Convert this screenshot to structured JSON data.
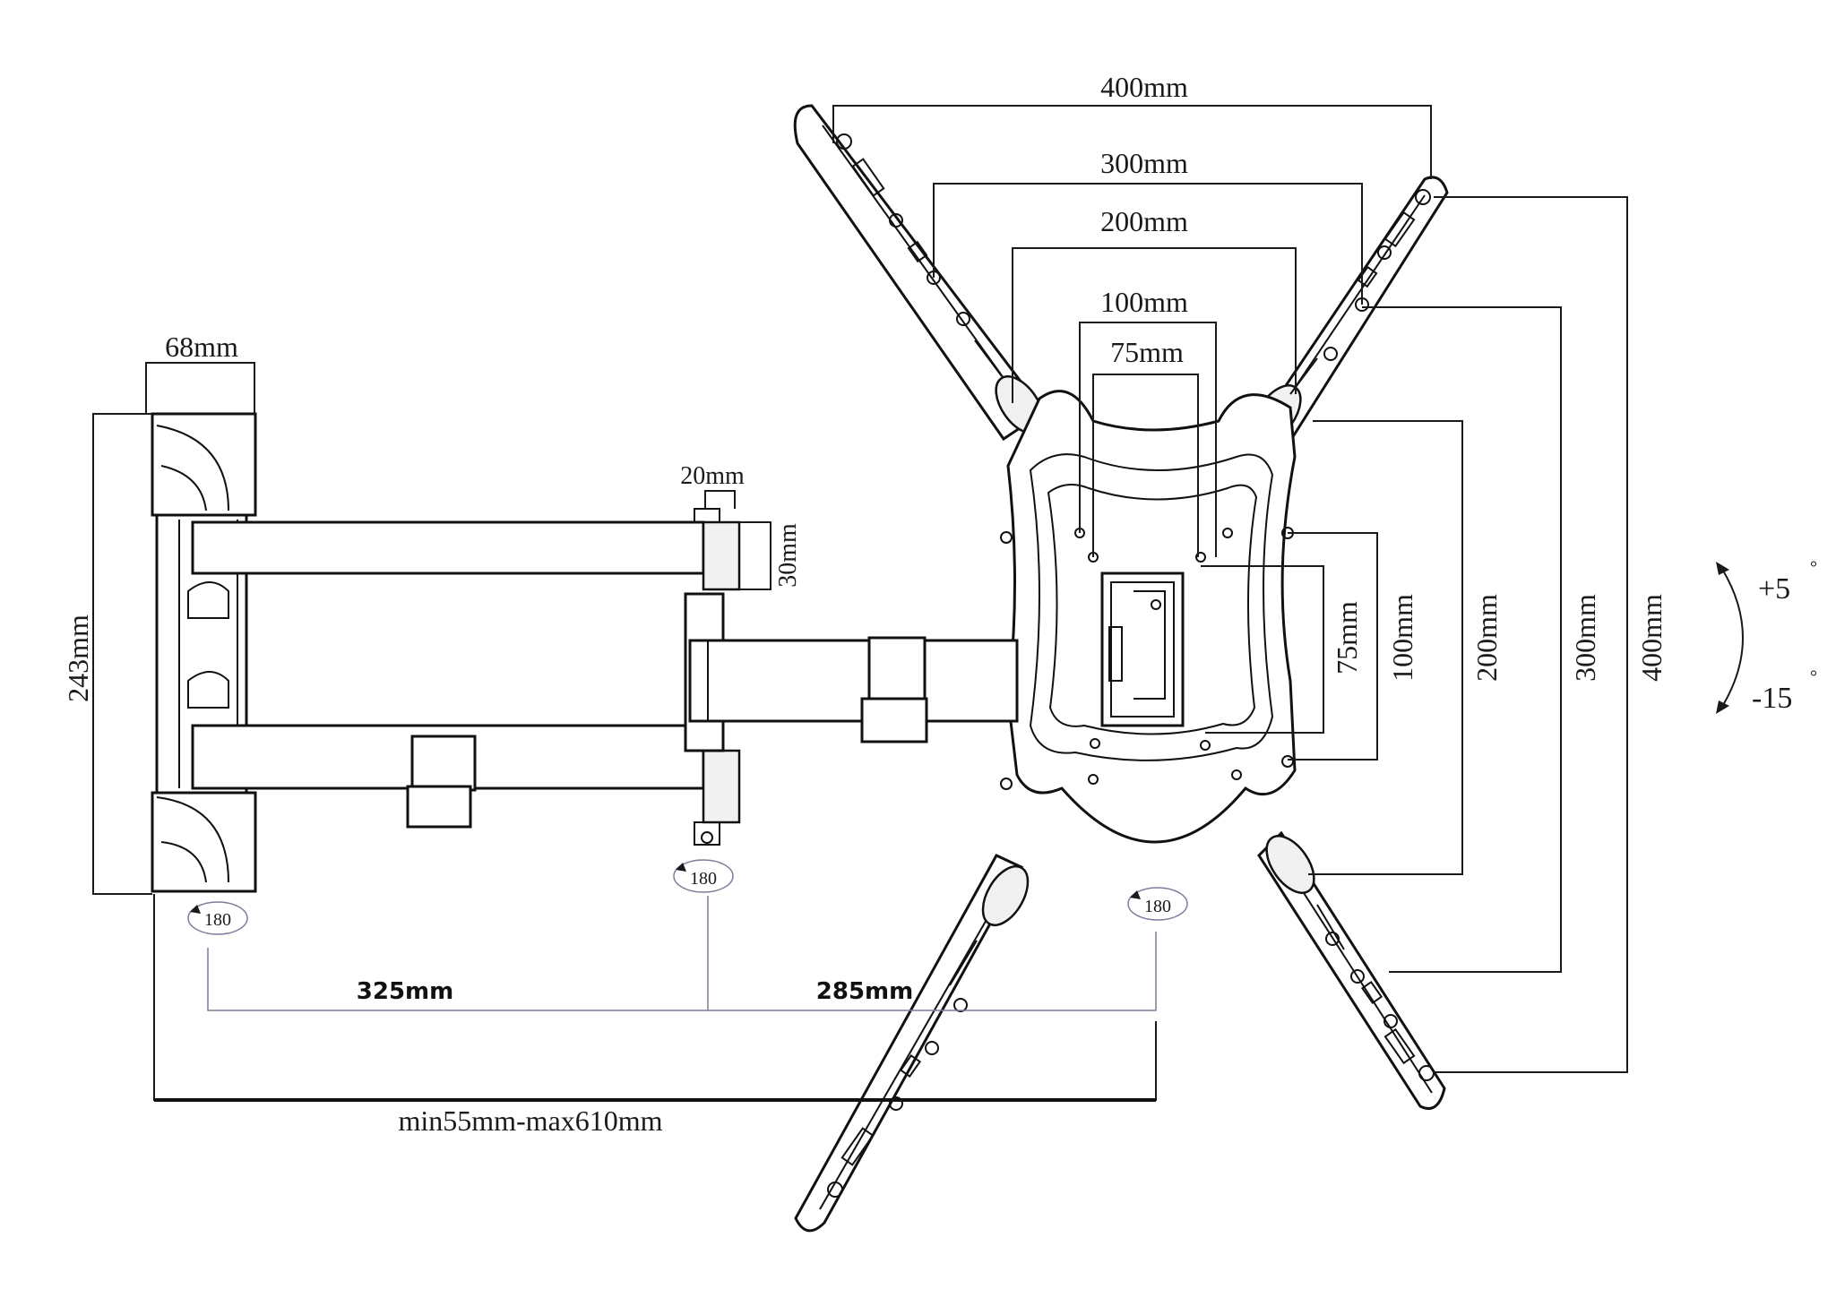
{
  "vesa": {
    "width_labels": [
      "400mm",
      "300mm",
      "200mm",
      "100mm",
      "75mm"
    ],
    "height_labels": [
      "75mm",
      "100mm",
      "200mm",
      "300mm",
      "400mm"
    ]
  },
  "arm": {
    "plate_width": "68mm",
    "plate_height": "243mm",
    "bolt_width": "20mm",
    "arm_thickness": "30mm",
    "arm1_length": "325mm",
    "arm2_length": "285mm",
    "extension": "min55mm-max610mm"
  },
  "swivel": {
    "wall": "180",
    "middle": "180",
    "head": "180"
  },
  "tilt": {
    "up": "+5",
    "down": "-15",
    "degree": "°"
  }
}
